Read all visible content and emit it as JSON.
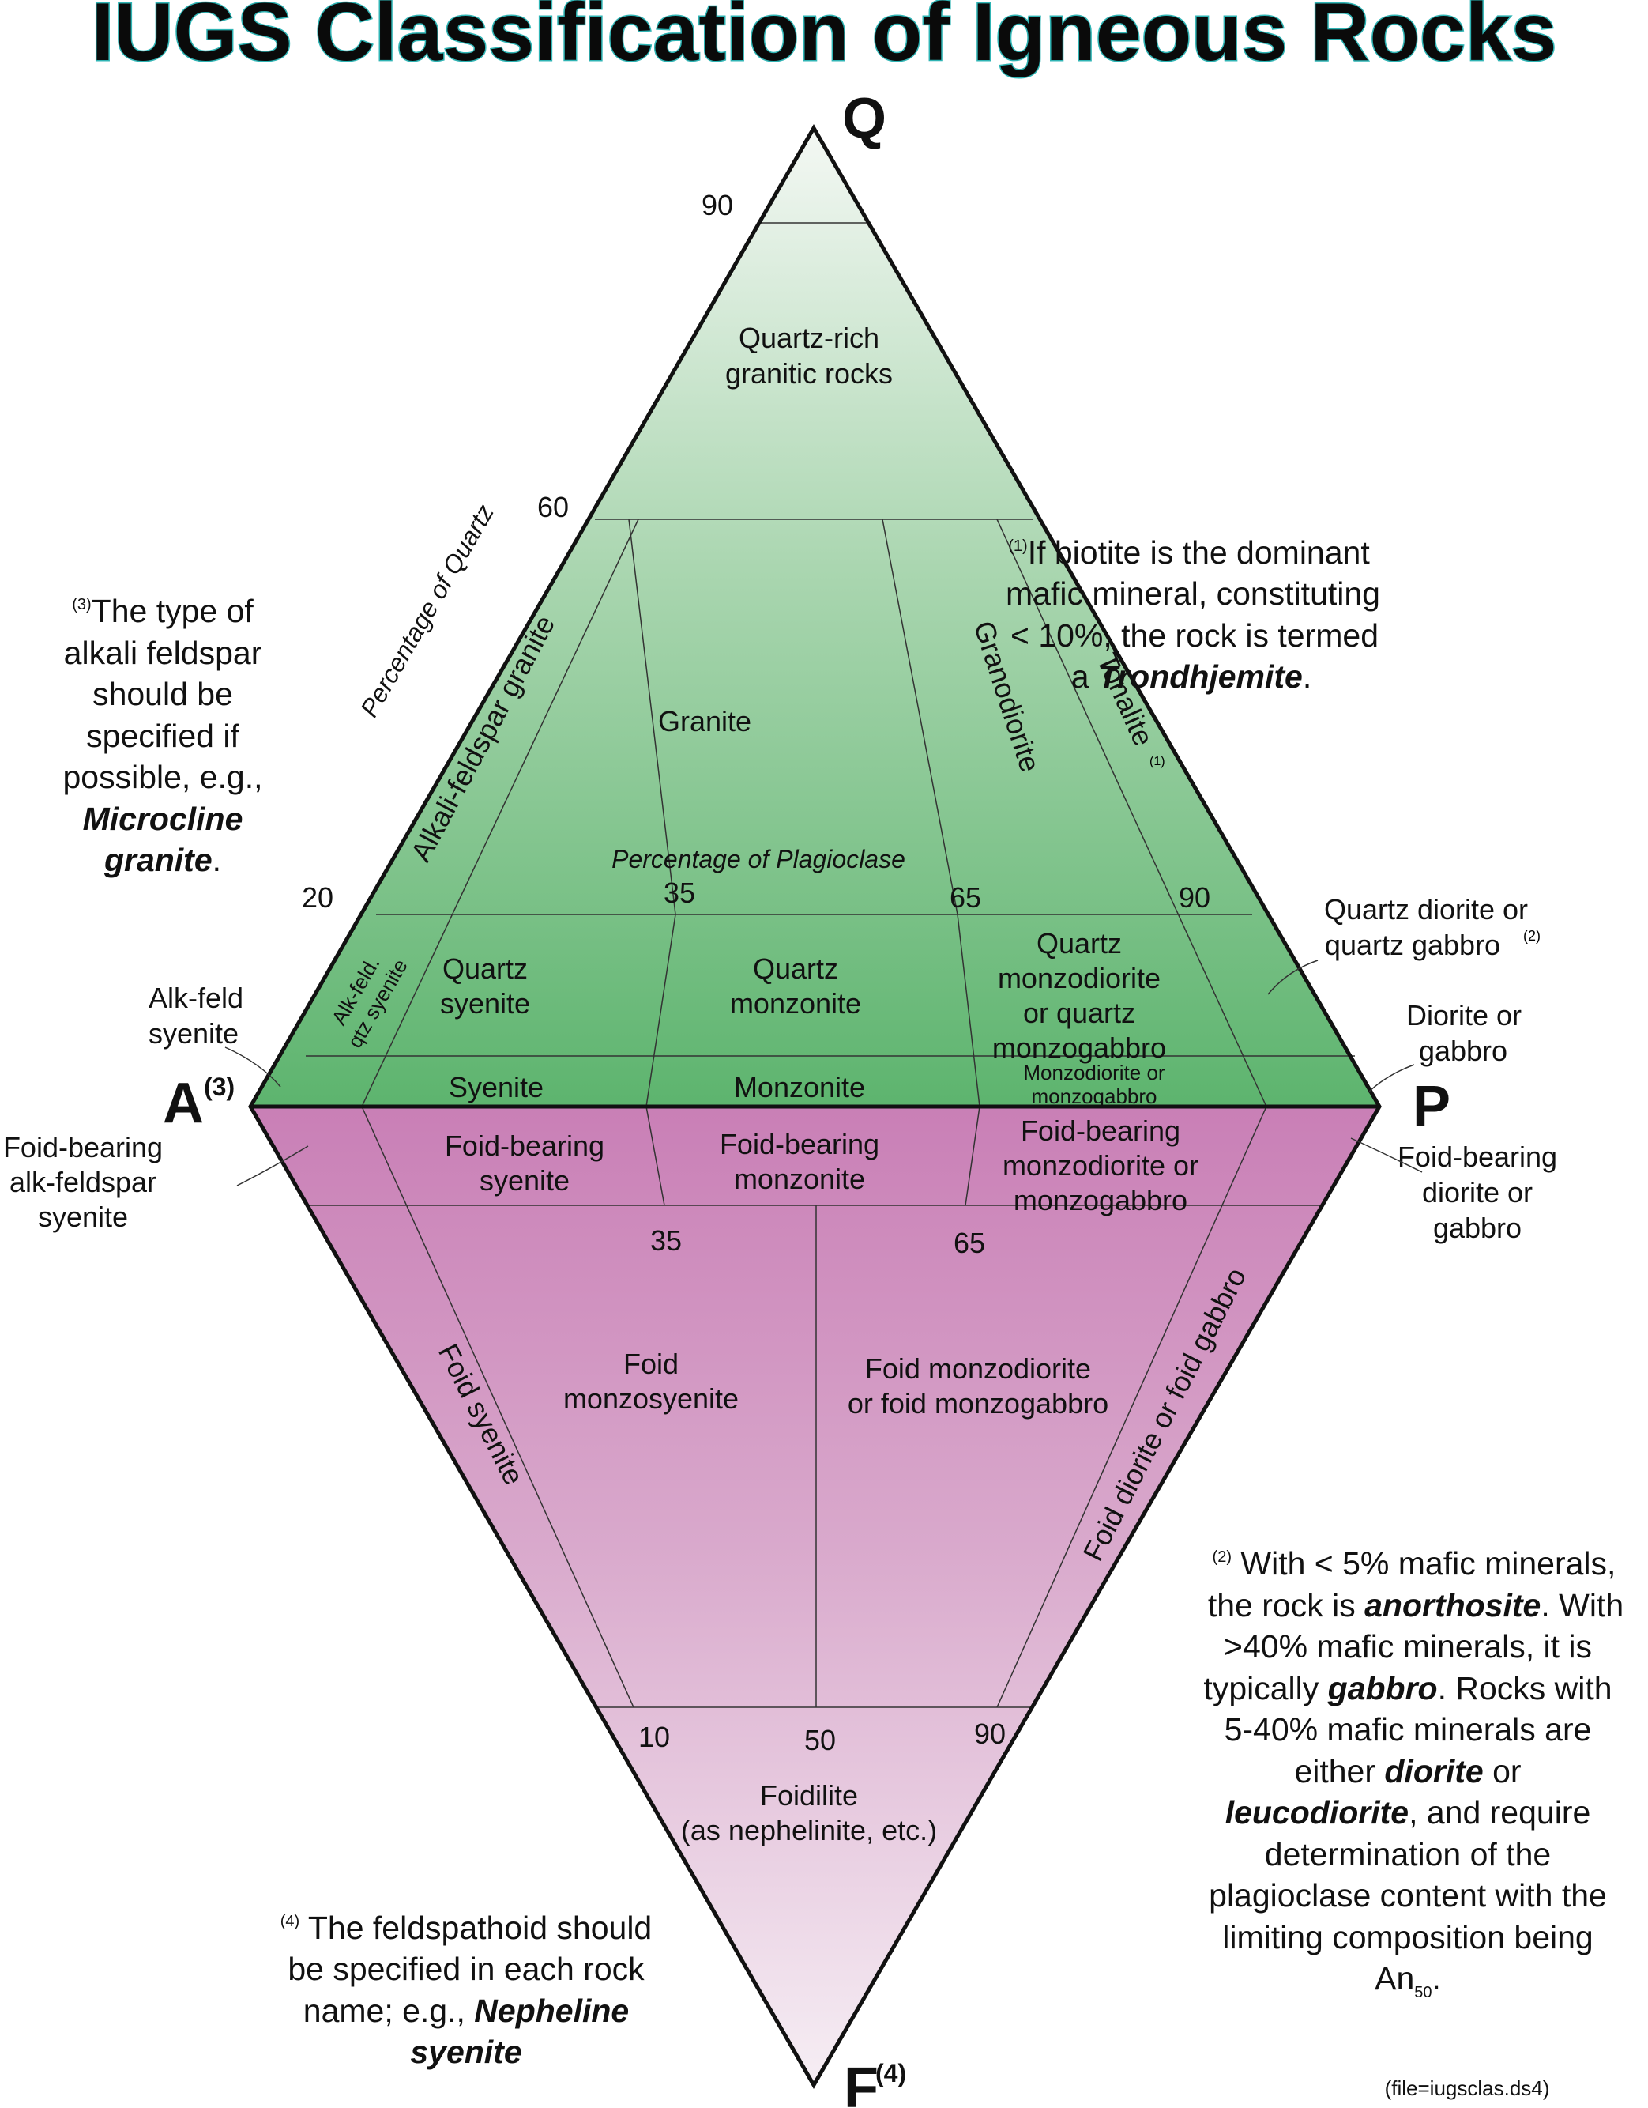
{
  "title": "IUGS Classification of Igneous Rocks",
  "apices": {
    "Q": "Q",
    "A": "A",
    "A_sup": "(3)",
    "P": "P",
    "F": "F",
    "F_sup": "(4)"
  },
  "axis_labels": {
    "quartz": "Percentage of Quartz",
    "plagioclase": "Percentage of Plagioclase"
  },
  "ticks": {
    "q90": "90",
    "q60": "60",
    "q20": "20",
    "p35": "35",
    "p65": "65",
    "p90": "90",
    "l35": "35",
    "l65": "65",
    "f10": "10",
    "f50": "50",
    "f90": "90"
  },
  "fields": {
    "quartz_rich": [
      "Quartz-rich",
      "granitic rocks"
    ],
    "alkali_granite": "Alkali-feldspar granite",
    "granite": "Granite",
    "granodiorite": "Granodiorite",
    "tonalite": "Tonalite",
    "tonalite_sup": "(1)",
    "alk_qtz_syenite": [
      "Alk-feld.",
      "qtz syenite"
    ],
    "quartz_syenite": [
      "Quartz",
      "syenite"
    ],
    "quartz_monzonite": [
      "Quartz",
      "monzonite"
    ],
    "quartz_monzodiorite": [
      "Quartz",
      "monzodiorite",
      "or quartz",
      "monzogabbro"
    ],
    "syenite": "Syenite",
    "monzonite": "Monzonite",
    "monzodiorite": [
      "Monzodiorite or",
      "monzogabbro"
    ],
    "foid_syenite_bearing": [
      "Foid-bearing",
      "syenite"
    ],
    "foid_monzonite_bearing": [
      "Foid-bearing",
      "monzonite"
    ],
    "foid_monzodiorite_bearing": [
      "Foid-bearing",
      "monzodiorite or",
      "monzogabbro"
    ],
    "foid_syenite": "Foid syenite",
    "foid_monzosyenite": [
      "Foid",
      "monzosyenite"
    ],
    "foid_monzodiorite": [
      "Foid monzodiorite",
      "or foid monzogabbro"
    ],
    "foid_diorite": "Foid diorite or foid gabbro",
    "foidilite": [
      "Foidilite",
      "(as nephelinite, etc.)"
    ]
  },
  "outside_labels": {
    "alk_feld_syenite": [
      "Alk-feld",
      "syenite"
    ],
    "foid_alk_syenite": [
      "Foid-bearing",
      "alk-feldspar",
      "syenite"
    ],
    "quartz_diorite": [
      "Quartz diorite or",
      "quartz gabbro"
    ],
    "quartz_diorite_sup": "(2)",
    "diorite": [
      "Diorite or",
      "gabbro"
    ],
    "foid_diorite_bearing": [
      "Foid-bearing",
      "diorite or",
      "gabbro"
    ]
  },
  "notes": {
    "note1": {
      "sup": "(1)",
      "l1": "If biotite is the dominant",
      "l2": "mafic mineral, constituting",
      "l3": "< 10%, the rock is termed",
      "l4a": "a ",
      "l4b": "Trondhjemite",
      "l4c": "."
    },
    "note2": {
      "sup": "(2)",
      "l1": " With < 5% mafic minerals,",
      "l2a": "the rock is ",
      "l2b": "anorthosite",
      "l2c": ". With",
      "l3": ">40% mafic minerals, it is",
      "l4a": "typically ",
      "l4b": "gabbro",
      "l4c": ". Rocks with",
      "l5": "5-40% mafic minerals are",
      "l6a": "either ",
      "l6b": "diorite",
      "l6c": " or",
      "l7a": "leucodiorite",
      "l7b": ", and require",
      "l8": "determination of the",
      "l9": "plagioclase content with the",
      "l10": "limiting composition being",
      "l11a": "An",
      "l11b": "50",
      "l11c": "."
    },
    "note3": {
      "sup": "(3)",
      "l1": "The type of",
      "l2": "alkali feldspar",
      "l3": "should be",
      "l4": "specified if",
      "l5": "possible, e.g.,",
      "l6": "Microcline",
      "l7a": "granite",
      "l7b": "."
    },
    "note4": {
      "sup": "(4)",
      "l1": " The feldspathoid should",
      "l2": "be specified in each rock",
      "l3a": "name; e.g., ",
      "l3b": "Nepheline",
      "l4": "syenite"
    }
  },
  "file_label": "(file=iugsclas.ds4)",
  "colors": {
    "green_top": "#f4f8f4",
    "green_bottom": "#5db46e",
    "pink_top": "#c97fb6",
    "pink_bottom": "#f6eef4",
    "title_outline": "#2fb4b4"
  }
}
